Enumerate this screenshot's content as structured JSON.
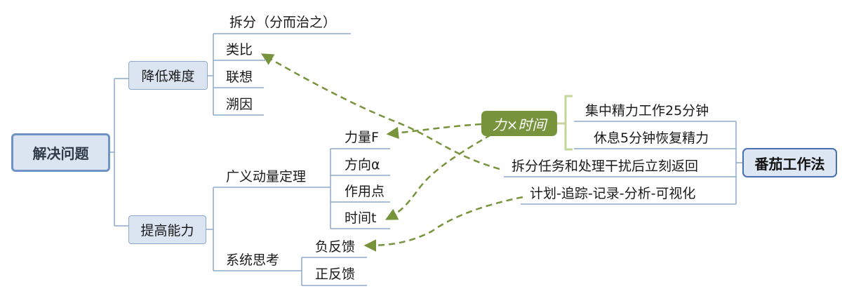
{
  "left_root": "解决问题",
  "branch_reduce": {
    "label": "降低难度",
    "items": [
      "拆分（分而治之）",
      "类比",
      "联想",
      "溯因"
    ]
  },
  "branch_improve": {
    "label": "提高能力",
    "sub1": {
      "label": "广义动量定理",
      "items": [
        "力量F",
        "方向α",
        "作用点",
        "时间t"
      ]
    },
    "sub2": {
      "label": "系统思考",
      "items": [
        "负反馈",
        "正反馈"
      ]
    }
  },
  "right_root": "番茄工作法",
  "right_items": [
    "集中精力工作25分钟",
    "休息5分钟恢复精力",
    "拆分任务和处理干扰后立刻返回",
    "计划-追踪-记录-分析-可视化"
  ],
  "summary_tag": "力×时间",
  "colors": {
    "line": "#8fa9cb",
    "node_fill": "#dbe5f1",
    "arrow": "#77933c",
    "bracket": "#c3d69b"
  }
}
